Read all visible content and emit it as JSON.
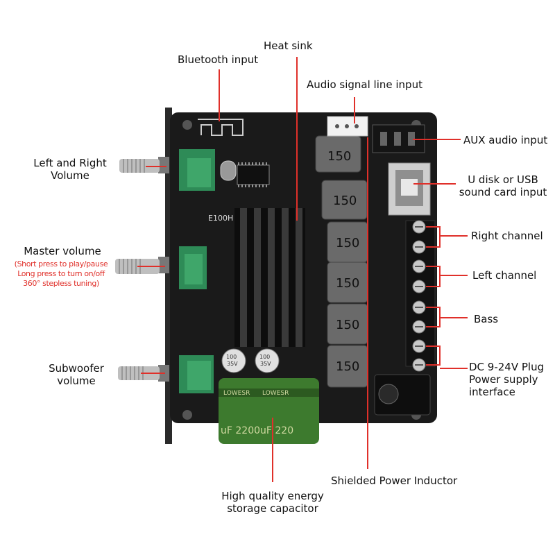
{
  "labels": {
    "bluetooth_input": "Bluetooth input",
    "heat_sink": "Heat sink",
    "audio_signal_line_input": "Audio signal line input",
    "aux_audio_input": "AUX audio input",
    "usb_input_line1": "U disk or USB",
    "usb_input_line2": "sound card input",
    "right_channel": "Right channel",
    "left_channel": "Left channel",
    "bass": "Bass",
    "dc_line1": "DC 9-24V Plug",
    "dc_line2": "Power supply",
    "dc_line3": "interface",
    "shielded_power_inductor": "Shielded Power Inductor",
    "capacitor_line1": "High quality energy",
    "capacitor_line2": "storage capacitor",
    "lr_volume_line1": "Left and Right",
    "lr_volume_line2": "Volume",
    "master_volume": "Master volume",
    "master_note1": "(Short press to play/pause",
    "master_note2": "Long press to turn on/off",
    "master_note3": "360° stepless tuning)",
    "sub_volume_line1": "Subwoofer",
    "sub_volume_line2": "volume"
  },
  "board_markings": {
    "inductor_code": "150",
    "pcb_code": "E100H",
    "capacitor_brand": "LOWESR",
    "capacitor_value": "uF 2200uF 220",
    "small_cap_voltage": "35V",
    "small_cap_rating": "100"
  },
  "colors": {
    "pointer_lines": "#e0302a",
    "board": "#1a1a1a",
    "inductor": "#6a6a6a",
    "capacitor": "#3d7a2e",
    "potentiometer": "#2e8b57"
  }
}
